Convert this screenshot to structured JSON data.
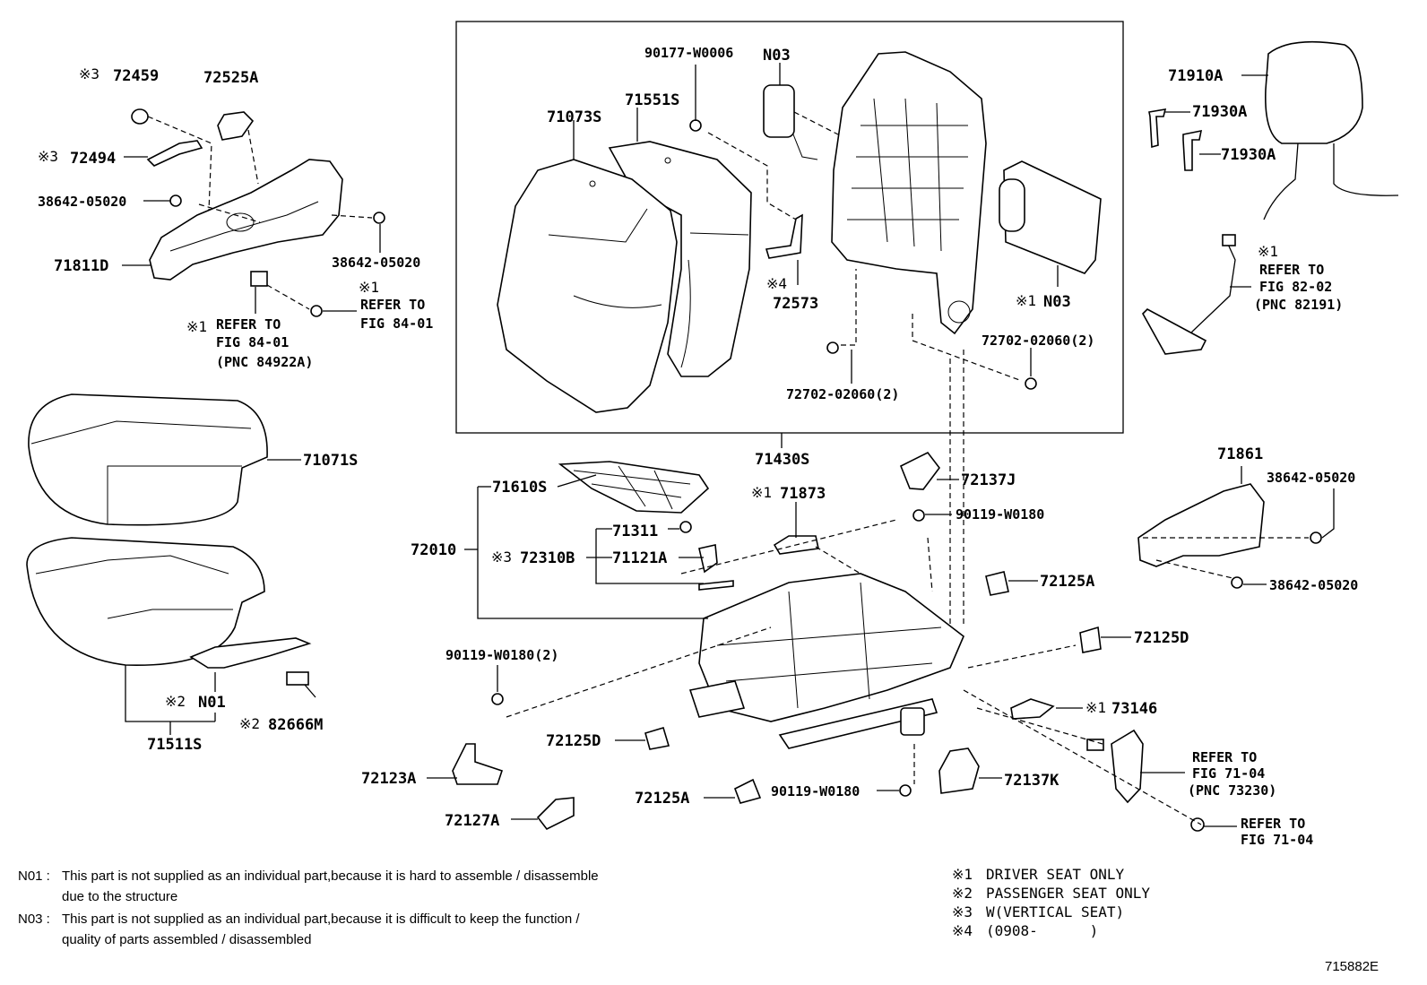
{
  "labels": {
    "p72459": "72459",
    "p72525A": "72525A",
    "p72494": "72494",
    "p38642_a": "38642-05020",
    "p38642_b": "38642-05020",
    "p71811D": "71811D",
    "ref8401a_1": "REFER TO",
    "ref8401a_2": "FIG 84-01",
    "ref8401b_1": "REFER TO",
    "ref8401b_2": "FIG 84-01",
    "ref8401b_3": "(PNC 84922A)",
    "p90177": "90177-W0006",
    "pN03a": "N03",
    "p71551S": "71551S",
    "p71073S": "71073S",
    "p72573": "72573",
    "pN03b": "N03",
    "p72702a": "72702-02060(2)",
    "p72702b": "72702-02060(2)",
    "p71430S": "71430S",
    "p71910A": "71910A",
    "p71930A_a": "71930A",
    "p71930A_b": "71930A",
    "ref8202_1": "REFER TO",
    "ref8202_2": "FIG 82-02",
    "ref8202_3": "(PNC 82191)",
    "p71071S": "71071S",
    "p71610S": "71610S",
    "p71873": "71873",
    "p72137J": "72137J",
    "p90119_a": "90119-W0180",
    "p71311": "71311",
    "p72010": "72010",
    "p72310B": "72310B",
    "p71121A": "71121A",
    "p72125A_a": "72125A",
    "p71861": "71861",
    "p38642_c": "38642-05020",
    "p38642_d": "38642-05020",
    "p72125D_a": "72125D",
    "p90119_2": "90119-W0180(2)",
    "p73146": "73146",
    "pN01": "N01",
    "p82666M": "82666M",
    "p71511S": "71511S",
    "p72125D_b": "72125D",
    "p72123A": "72123A",
    "ref7104a_1": "REFER TO",
    "ref7104a_2": "FIG 71-04",
    "ref7104a_3": "(PNC 73230)",
    "p72125A_b": "72125A",
    "p90119_b": "90119-W0180",
    "p72137K": "72137K",
    "p72127A": "72127A",
    "ref7104b_1": "REFER TO",
    "ref7104b_2": "FIG 71-04"
  },
  "marks": {
    "m3": "※3",
    "m1": "※1",
    "m2": "※2",
    "m4": "※4"
  },
  "notes": [
    {
      "code": "N01 :",
      "line1": "This part is not supplied as an individual part,because it is hard to assemble / disassemble",
      "line2": "due to the structure"
    },
    {
      "code": "N03 :",
      "line1": "This part is not supplied as an individual part,because it is difficult to keep the function /",
      "line2": "quality of parts assembled / disassembled"
    }
  ],
  "legend": [
    {
      "mark": "※1",
      "text": "DRIVER SEAT ONLY"
    },
    {
      "mark": "※2",
      "text": "PASSENGER SEAT ONLY"
    },
    {
      "mark": "※3",
      "text": "W(VERTICAL SEAT)"
    },
    {
      "mark": "※4",
      "text": "(0908-      )"
    }
  ],
  "figure_id": "715882E"
}
